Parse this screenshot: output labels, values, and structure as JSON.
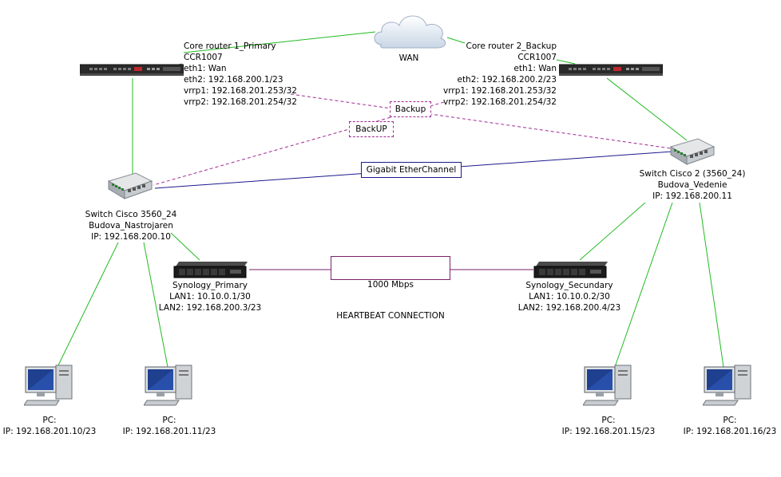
{
  "colors": {
    "wan_link": "#22bb22",
    "lan_link": "#22bb22",
    "vrrp_link": "#a02b93",
    "etherchannel": "#1a1a8c",
    "heartbeat": "#7a1f6b"
  },
  "wan": {
    "label": "WAN"
  },
  "router1": {
    "name": "Core router 1_Primary",
    "model": "CCR1007",
    "eth1": "eth1: Wan",
    "eth2": "eth2: 192.168.200.1/23",
    "vrrp1": "vrrp1: 192.168.201.253/32",
    "vrrp2": "vrrp2: 192.168.201.254/32"
  },
  "router2": {
    "name": "Core router 2_Backup",
    "model": "CCR1007",
    "eth1": "eth1: Wan",
    "eth2": "eth2: 192.168.200.2/23",
    "vrrp1": "vrrp1: 192.168.201.253/32",
    "vrrp2": "vrrp2: 192.168.201.254/32"
  },
  "vrrp_labels": {
    "backup": "Backup",
    "backup_up": "BackUP"
  },
  "switch1": {
    "name": "Switch Cisco 3560_24",
    "location": "Budova_Nastrojaren",
    "ip": "IP: 192.168.200.10"
  },
  "switch2": {
    "name": "Switch Cisco 2 (3560_24)",
    "location": "Budova_Vedenie",
    "ip": "IP: 192.168.200.11"
  },
  "etherchannel": {
    "label": "Gigabit EtherChannel"
  },
  "heartbeat": {
    "line1": "1000 Mbps",
    "line2": "HEARTBEAT CONNECTION"
  },
  "nas1": {
    "name": "Synology_Primary",
    "lan1": "LAN1: 10.10.0.1/30",
    "lan2": "LAN2: 192.168.200.3/23"
  },
  "nas2": {
    "name": "Synology_Secundary",
    "lan1": "LAN1: 10.10.0.2/30",
    "lan2": "LAN2: 192.168.200.4/23"
  },
  "pcs": [
    {
      "title": "PC:",
      "ip": "IP: 192.168.201.10/23"
    },
    {
      "title": "PC:",
      "ip": "IP: 192.168.201.11/23"
    },
    {
      "title": "PC:",
      "ip": "IP: 192.168.201.15/23"
    },
    {
      "title": "PC:",
      "ip": "IP: 192.168.201.16/23"
    }
  ]
}
